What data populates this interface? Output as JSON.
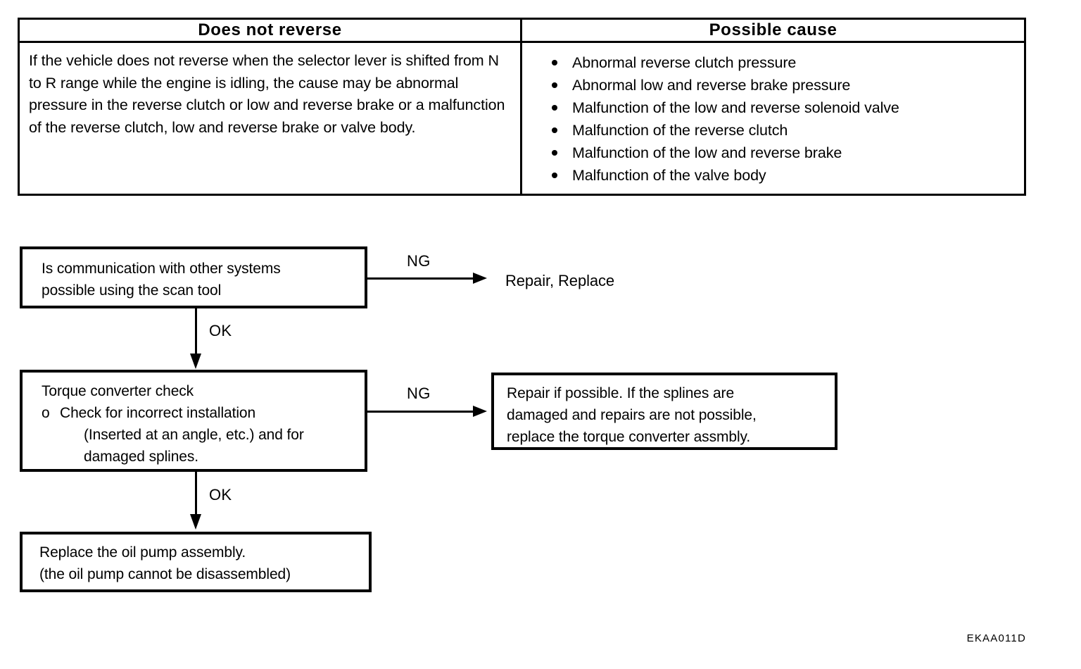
{
  "table": {
    "headers": {
      "symptom": "Does not reverse",
      "cause": "Possible cause"
    },
    "symptom_description": "If the vehicle does not reverse when the selector lever is shifted from N to R range while the engine is idling, the cause may be abnormal pressure in the reverse clutch or low and reverse brake or a malfunction of the reverse clutch, low and reverse brake or valve body.",
    "causes": [
      "Abnormal reverse clutch pressure",
      "Abnormal low and reverse brake pressure",
      "Malfunction of the low and reverse solenoid valve",
      "Malfunction of the reverse clutch",
      "Malfunction of the low and reverse brake",
      "Malfunction of the valve body"
    ]
  },
  "flowchart": {
    "box_communication": {
      "line1": "Is communication with other systems",
      "line2": "possible using the scan tool"
    },
    "box_torque_converter": {
      "title": "Torque converter check",
      "sub_marker": "o",
      "sub_line1": "Check for incorrect installation",
      "sub_line2": "(Inserted at an angle, etc.) and for",
      "sub_line3": "damaged splines."
    },
    "box_oil_pump": {
      "line1": "Replace the oil pump assembly.",
      "line2": "(the oil pump cannot be disassembled)"
    },
    "box_repair_torque_converter": {
      "line1": "Repair if possible. If the splines are",
      "line2": "damaged and repairs are not possible,",
      "line3": "replace the torque converter assmbly."
    },
    "result_repair_replace": "Repair, Replace",
    "labels": {
      "ng_1": "NG",
      "ng_2": "NG",
      "ok_1": "OK",
      "ok_2": "OK"
    }
  },
  "figure_code": "EKAA011D",
  "colors": {
    "ink": "#000000",
    "paper": "#ffffff"
  }
}
